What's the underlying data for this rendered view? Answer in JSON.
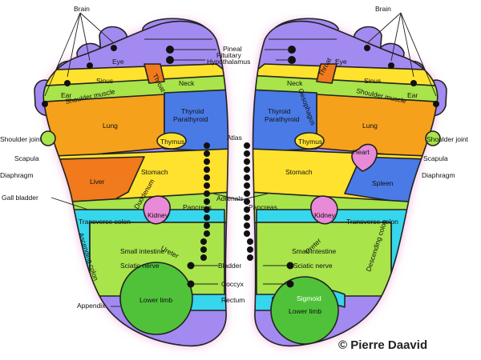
{
  "copyright": "© Pierre Daavid",
  "labels": {
    "brain": "Brain",
    "eye": "Eye",
    "ear": "Ear",
    "pineal": "Pineal",
    "pituitary": "Pituitary",
    "hypothalamus": "Hypothalamus",
    "throat": "Throat",
    "neck": "Neck",
    "sinus": "Sinus",
    "shoulder_muscle": "Shoulder muscle",
    "oesophagus": "Oesophagus",
    "shoulder_joint": "Shoulder joint",
    "lung": "Lung",
    "thyroid": "Thyroid",
    "parathyroid": "Parathyroid",
    "thymus": "Thymus",
    "atlas": "Atlas",
    "scapula": "Scapula",
    "heart": "Heart",
    "diaphragm": "Diaphragm",
    "stomach": "Stomach",
    "liver": "Liver",
    "spleen": "Spleen",
    "gall_bladder": "Gall bladder",
    "duodenum": "Duodenum",
    "adrenals": "Adrenals",
    "pancreas": "Pancreas",
    "kidney": "Kidney",
    "transverse_colon": "Transverse colon",
    "ureter": "Ureter",
    "ascending_colon": "Ascending colon",
    "descending_colon": "Descending colon",
    "small_intestine": "Small intestine",
    "sciatic_nerve": "Sciatic nerve",
    "bladder": "Bladder",
    "coccyx": "Coccyx",
    "appendix": "Appendix",
    "lower_limb": "Lower limb",
    "rectum": "Rectum",
    "sigmoid": "Sigmoid"
  },
  "colors": {
    "lavender": "#a38af0",
    "purple": "#9c62e8",
    "orange": "#f6a11c",
    "dark_orange": "#f07a1c",
    "yellow": "#ffe22e",
    "light_green": "#a8e44a",
    "green": "#4fc23a",
    "blue": "#4a7ae6",
    "cyan": "#36d6ec",
    "pink": "#e88ad8",
    "line": "#222222"
  }
}
